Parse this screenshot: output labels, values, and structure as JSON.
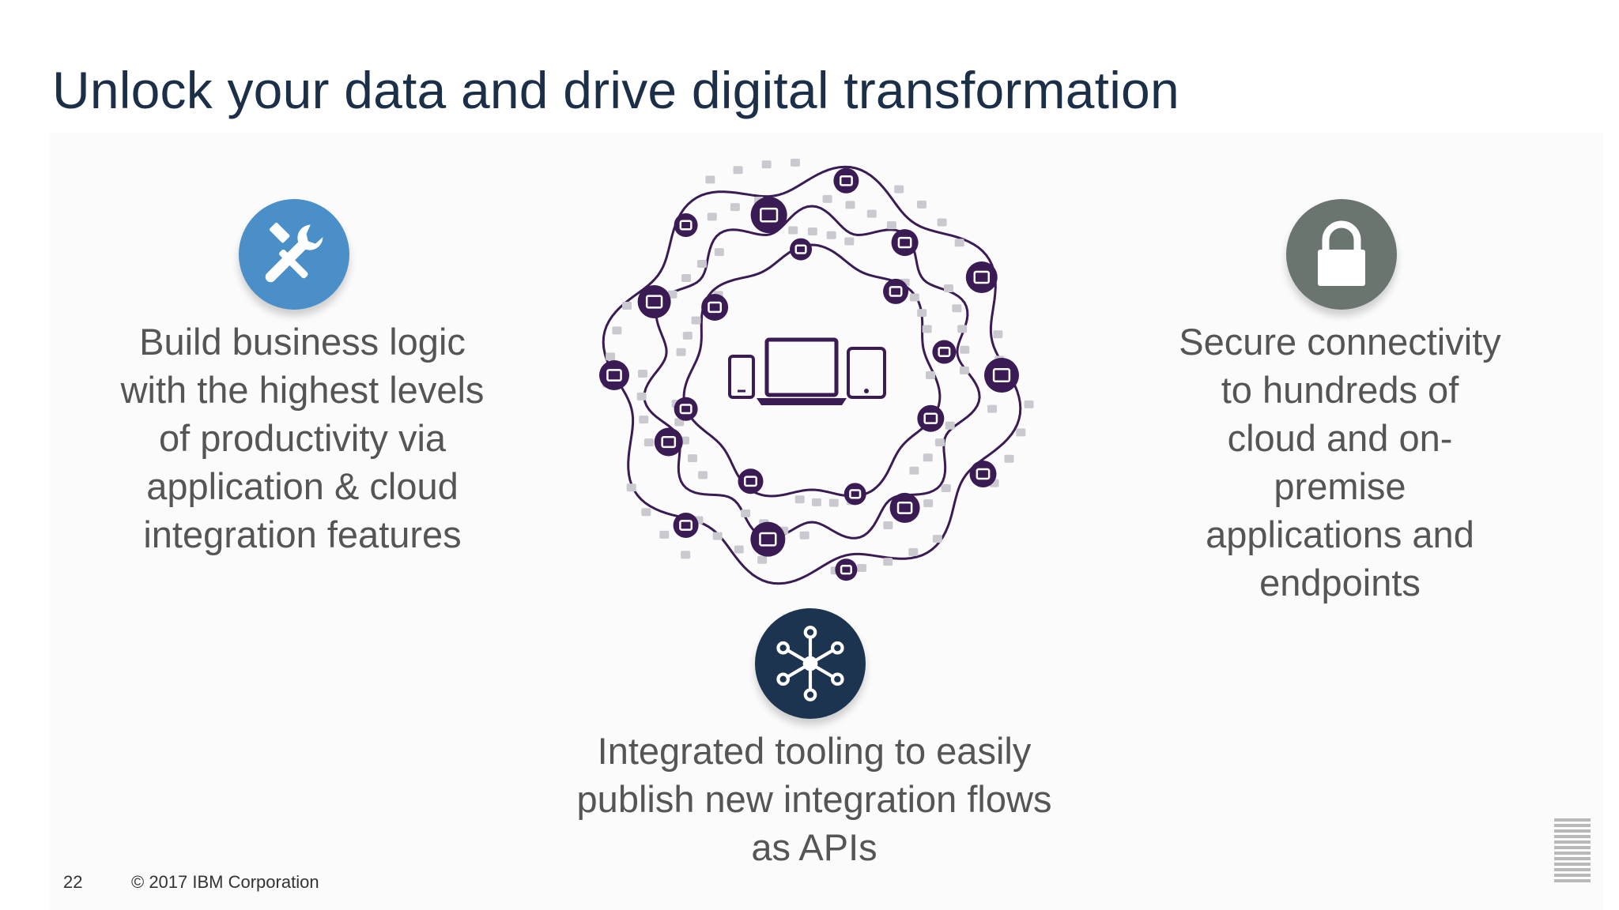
{
  "slide": {
    "title": "Unlock your data and drive digital transformation",
    "features": {
      "left": {
        "icon": "tools-icon",
        "color": "#4a8fc7",
        "lines": [
          "Build business logic",
          "with the highest levels",
          "of productivity via",
          "application & cloud",
          "integration features"
        ]
      },
      "right": {
        "icon": "lock-icon",
        "color": "#6b7570",
        "lines": [
          "Secure connectivity",
          "to hundreds of",
          "cloud and on-",
          "premise",
          "applications and",
          "endpoints"
        ]
      },
      "bottom": {
        "icon": "network-hub-icon",
        "color": "#1d3450",
        "lines": [
          "Integrated tooling to easily",
          "publish new integration flows",
          "as APIs"
        ]
      }
    },
    "hub_graphic": {
      "icon": "connected-devices-icon",
      "accent": "#3a1b54",
      "secondary": "#c9c9cf"
    },
    "footer": {
      "page_number": "22",
      "copyright": "© 2017 IBM Corporation",
      "logo": "ibm-logo-icon"
    }
  }
}
